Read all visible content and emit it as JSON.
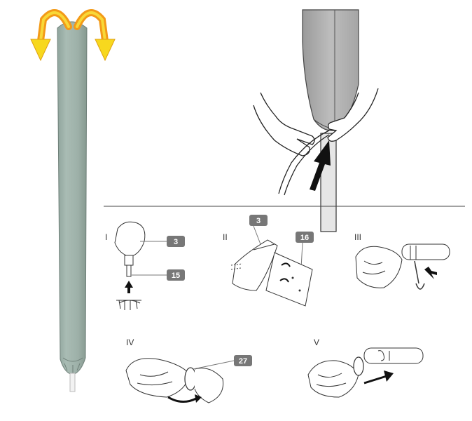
{
  "steps": [
    {
      "numeral": "I",
      "parts": [
        "3",
        "15"
      ]
    },
    {
      "numeral": "II",
      "parts": [
        "3",
        "16"
      ]
    },
    {
      "numeral": "III",
      "parts": []
    },
    {
      "numeral": "IV",
      "parts": [
        "27"
      ]
    },
    {
      "numeral": "V",
      "parts": []
    }
  ],
  "colors": {
    "cover_green": "#9fb3ab",
    "arrow_orange": "#f0a020",
    "arrow_yellow": "#f7e020",
    "badge_gray": "#777777",
    "line_black": "#222222"
  }
}
